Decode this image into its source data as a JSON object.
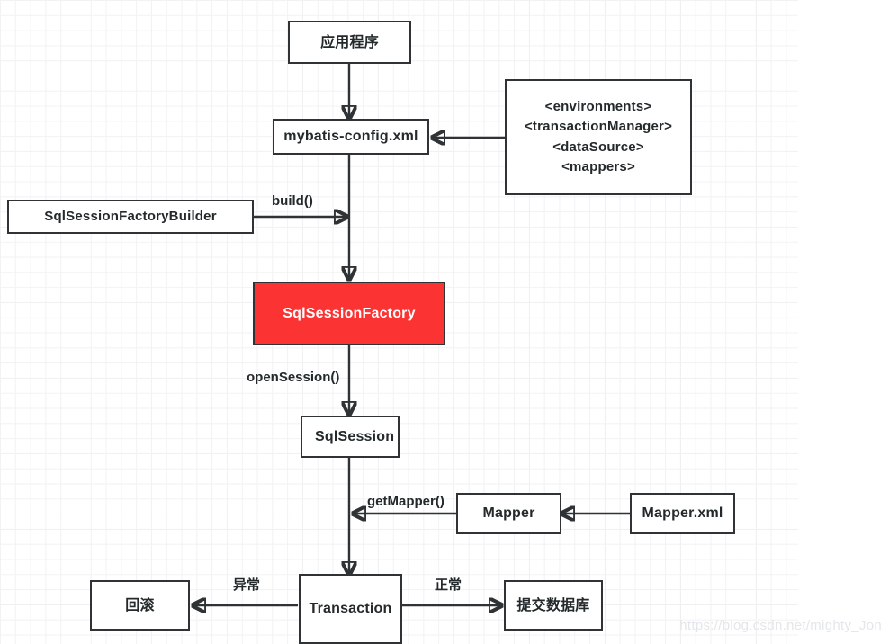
{
  "diagram": {
    "title": "MyBatis execution flow",
    "colors": {
      "box_border": "#2f3335",
      "box_fill": "#ffffff",
      "highlight_fill": "#fb3333",
      "highlight_text": "#ffffff",
      "text": "#24292b",
      "grid_minor": "#f2f2f2",
      "grid_major": "#e6e6e6",
      "watermark": "#e3e6ea"
    },
    "nodes": {
      "application": "应用程序",
      "config": "mybatis-config.xml",
      "environments_line1": "<environments>",
      "environments_line2": "<transactionManager>",
      "environments_line3": "<dataSource>",
      "environments_line4": "<mappers>",
      "builder": "SqlSessionFactoryBuilder",
      "factory": "SqlSessionFactory",
      "session": "SqlSession",
      "mapper": "Mapper",
      "mapper_xml": "Mapper.xml",
      "transaction": "Transaction",
      "rollback": "回滚",
      "commit": "提交数据库"
    },
    "edge_labels": {
      "build": "build()",
      "open_session": "openSession()",
      "get_mapper": "getMapper()",
      "exception": "异常",
      "normal": "正常"
    },
    "watermark": "https://blog.csdn.net/mighty_Jon"
  }
}
